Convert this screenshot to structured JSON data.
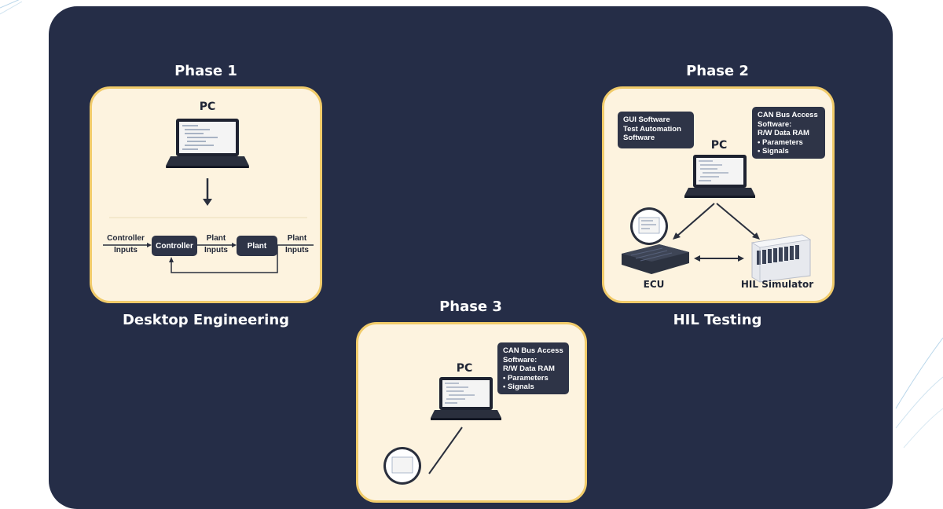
{
  "phase1": {
    "title": "Phase 1",
    "caption": "Desktop Engineering",
    "pc_label": "PC",
    "loop": {
      "controller_inputs": [
        "Controller",
        "Inputs"
      ],
      "controller_block": "Controller",
      "plant_inputs": [
        "Plant",
        "Inputs"
      ],
      "plant_block": "Plant",
      "plant_outputs": [
        "Plant",
        "Inputs"
      ]
    }
  },
  "phase2": {
    "title": "Phase 2",
    "caption": "HIL Testing",
    "pc_label": "PC",
    "gui_note": [
      "GUI Software",
      "Test Automation",
      "Software"
    ],
    "can_note": [
      "CAN Bus Access",
      "Software:",
      "R/W Data RAM",
      "• Parameters",
      "• Signals"
    ],
    "ecu_label": "ECU",
    "hil_label": "HIL Simulator"
  },
  "phase3": {
    "title": "Phase 3",
    "pc_label": "PC",
    "can_note": [
      "CAN Bus Access",
      "Software:",
      "R/W Data RAM",
      "• Parameters",
      "• Signals"
    ]
  },
  "colors": {
    "panel": "#252d47",
    "card_fill": "#fdf3df",
    "card_border": "#f1cb6a",
    "block": "#2e3447"
  },
  "icons": [
    "laptop-icon",
    "ecu-icon",
    "hil-simulator-icon",
    "arrow-icon"
  ]
}
